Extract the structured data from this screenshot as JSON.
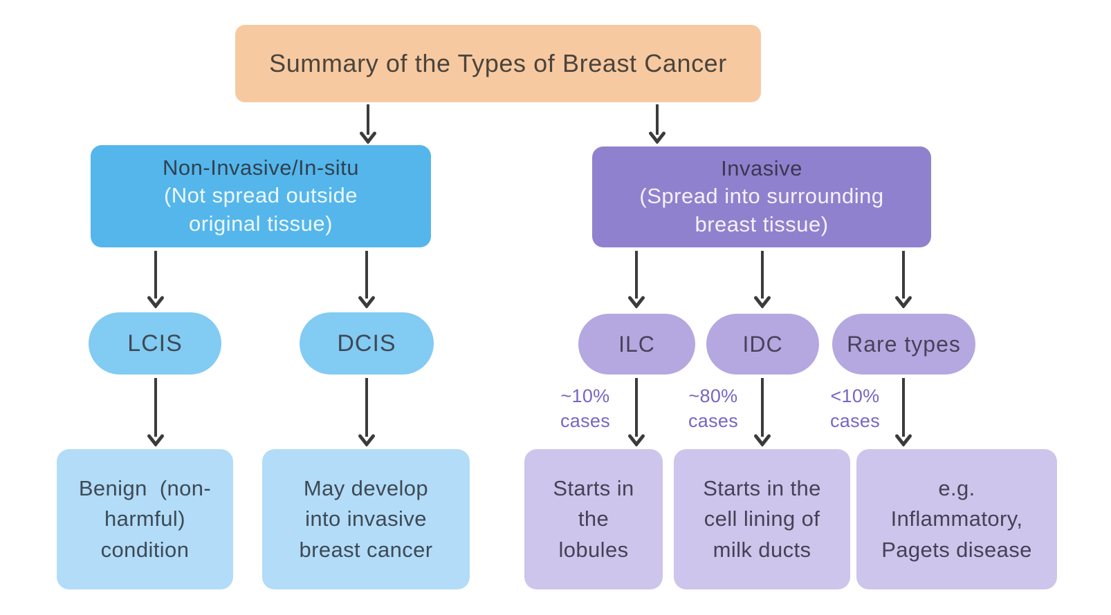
{
  "diagram": {
    "title": "Summary of the Types of Breast Cancer",
    "branches": {
      "non_invasive": {
        "heading": "Non-Invasive/In-situ",
        "subheading": "(Not spread outside\noriginal tissue)",
        "types": [
          {
            "label": "LCIS",
            "description": "Benign  (non-\nharmful)\ncondition"
          },
          {
            "label": "DCIS",
            "description": "May develop\ninto invasive\nbreast cancer"
          }
        ]
      },
      "invasive": {
        "heading": "Invasive",
        "subheading": "(Spread into surrounding\nbreast tissue)",
        "types": [
          {
            "label": "ILC",
            "cases": "~10%\ncases",
            "description": "Starts in\nthe\nlobules"
          },
          {
            "label": "IDC",
            "cases": "~80%\ncases",
            "description": "Starts in the\ncell lining of\nmilk ducts"
          },
          {
            "label": "Rare types",
            "cases": "<10%\ncases",
            "description": "e.g.\nInflammatory,\nPagets disease"
          }
        ]
      }
    },
    "colors": {
      "background": "#FFFFFF",
      "root_fill": "#F7C9A1",
      "root_text": "#4A443C",
      "non_invasive_fill": "#55B6EB",
      "non_invasive_type_fill": "#82CBF3",
      "non_invasive_leaf_fill": "#B2DCF7",
      "invasive_fill": "#9081CE",
      "invasive_type_fill": "#B5A8E0",
      "invasive_leaf_fill": "#CDC5EB",
      "cases_text": "#7766C2",
      "arrow": "#3B3B3B"
    }
  }
}
